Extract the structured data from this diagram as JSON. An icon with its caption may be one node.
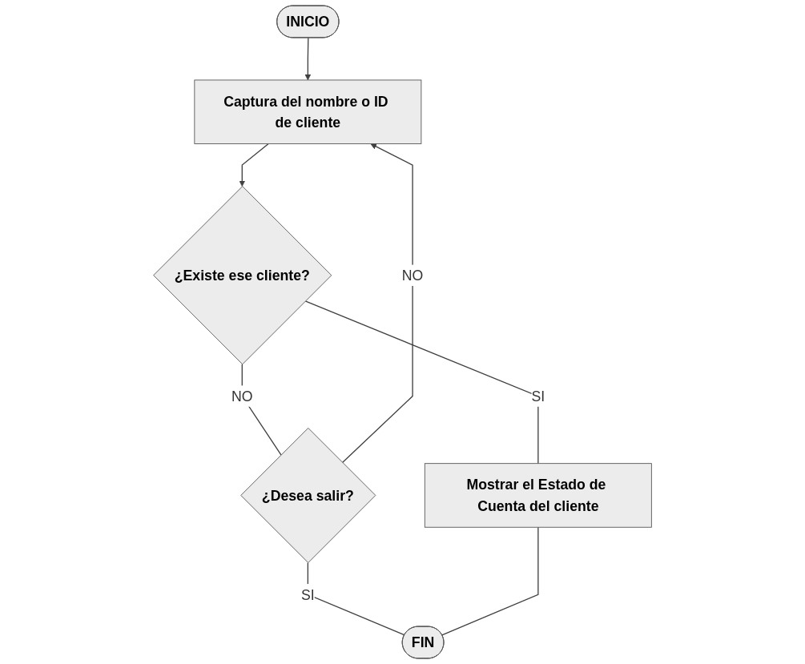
{
  "diagram": {
    "nodes": [
      {
        "text": [
          "INICIO"
        ]
      },
      {
        "text": [
          "Captura del nombre o ID de cliente"
        ]
      },
      {
        "text": [
          "¿Existe ese cliente?"
        ]
      },
      {
        "text": [
          "¿Desea salir?"
        ]
      },
      {
        "text": [
          "Mostrar el Estado de Cuenta del cliente"
        ]
      },
      {
        "text": [
          "FIN"
        ]
      }
    ],
    "edges": [
      {
        "from": 0,
        "to": 1,
        "arrow": "to"
      },
      {
        "from": 1,
        "to": 2,
        "arrow": "to"
      },
      {
        "from": 2,
        "to": 3,
        "arrow": "none",
        "label": "NO"
      },
      {
        "from": 3,
        "to": 1,
        "arrow": "to",
        "label": "NO"
      },
      {
        "from": 2,
        "to": 4,
        "arrow": "none",
        "label": "SI"
      },
      {
        "from": 3,
        "to": 5,
        "arrow": "none",
        "label": "SI"
      },
      {
        "from": 4,
        "to": 5,
        "arrow": "none"
      }
    ]
  }
}
